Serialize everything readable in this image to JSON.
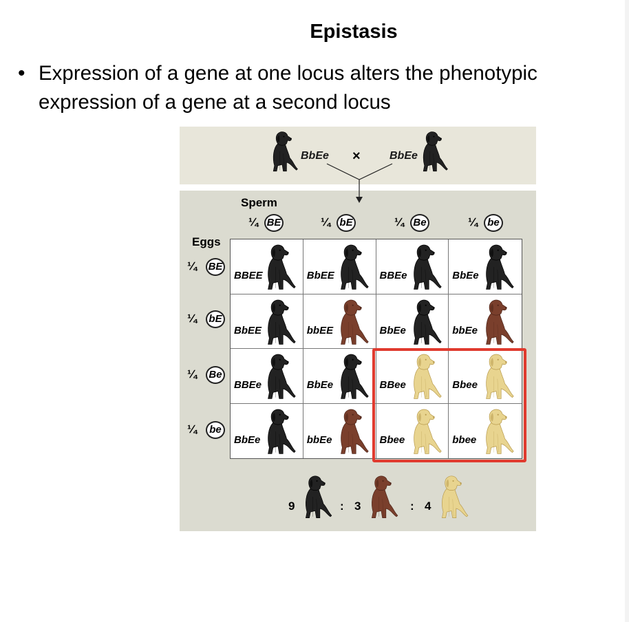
{
  "slide": {
    "title": "Epistasis",
    "bullet": "Expression of a gene at one locus alters the phenotypic expression of a gene at a second locus"
  },
  "colors": {
    "black_lab": "#222222",
    "chocolate_lab": "#7a3f2c",
    "yellow_lab": "#e8d48f",
    "highlight": "#e03a2e"
  },
  "cross": {
    "parent1": "BbEe",
    "parent2": "BbEe",
    "symbol": "×"
  },
  "square": {
    "sperm_label": "Sperm",
    "eggs_label": "Eggs",
    "fraction": "¼",
    "sperm_gametes": [
      "BE",
      "bE",
      "Be",
      "be"
    ],
    "egg_gametes": [
      "BE",
      "bE",
      "Be",
      "be"
    ],
    "cells": [
      [
        {
          "g": "BBEE",
          "c": "black"
        },
        {
          "g": "BbEE",
          "c": "black"
        },
        {
          "g": "BBEe",
          "c": "black"
        },
        {
          "g": "BbEe",
          "c": "black"
        }
      ],
      [
        {
          "g": "BbEE",
          "c": "black"
        },
        {
          "g": "bbEE",
          "c": "chocolate"
        },
        {
          "g": "BbEe",
          "c": "black"
        },
        {
          "g": "bbEe",
          "c": "chocolate"
        }
      ],
      [
        {
          "g": "BBEe",
          "c": "black"
        },
        {
          "g": "BbEe",
          "c": "black"
        },
        {
          "g": "BBee",
          "c": "yellow"
        },
        {
          "g": "Bbee",
          "c": "yellow"
        }
      ],
      [
        {
          "g": "BbEe",
          "c": "black"
        },
        {
          "g": "bbEe",
          "c": "chocolate"
        },
        {
          "g": "Bbee",
          "c": "yellow"
        },
        {
          "g": "bbee",
          "c": "yellow"
        }
      ]
    ]
  },
  "ratio": {
    "black": "9",
    "chocolate": "3",
    "yellow": "4",
    "separator": ":"
  }
}
